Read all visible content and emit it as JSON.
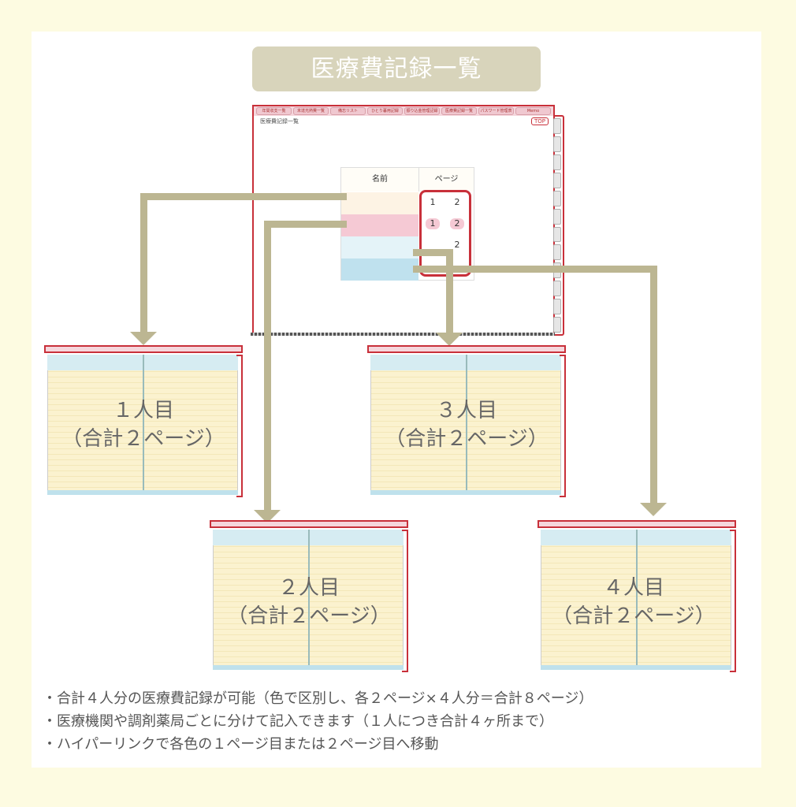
{
  "title": "医療費記録一覧",
  "main_sheet": {
    "tabs": [
      "年間収支一覧",
      "未達光熱費一覧",
      "備忘リスト",
      "ひとり暮用記録",
      "振り込金管理記録",
      "医療費記録一覧",
      "パスワード管理表",
      "Memo"
    ],
    "sheet_title": "医療費記録一覧",
    "top_button": "TOP",
    "table_headers": {
      "name": "名前",
      "page": "ページ"
    },
    "page_links": [
      [
        "1",
        "2"
      ],
      [
        "1",
        "2"
      ],
      [
        "",
        "2"
      ],
      [
        "",
        ""
      ]
    ],
    "row_colors": [
      "#fdf3e4",
      "#f5c9d4",
      "#e4f3f8",
      "#bfe1ee"
    ]
  },
  "mini_sheets": [
    {
      "person": "１人目",
      "sub": "（合計２ページ）"
    },
    {
      "person": "３人目",
      "sub": "（合計２ページ）"
    },
    {
      "person": "２人目",
      "sub": "（合計２ページ）"
    },
    {
      "person": "４人目",
      "sub": "（合計２ページ）"
    }
  ],
  "notes": [
    "・合計４人分の医療費記録が可能（色で区別し、各２ページ×４人分＝合計８ページ）",
    "・医療機関や調剤薬局ごとに分けて記入できます（１人につき合計４ヶ所まで）",
    "・ハイパーリンクで各色の１ページ目または２ページ目へ移動"
  ],
  "colors": {
    "accent_red": "#c8303a",
    "connector": "#bcb692",
    "title_bg": "#d8d4bb",
    "page_bg": "#fdfbe1"
  }
}
